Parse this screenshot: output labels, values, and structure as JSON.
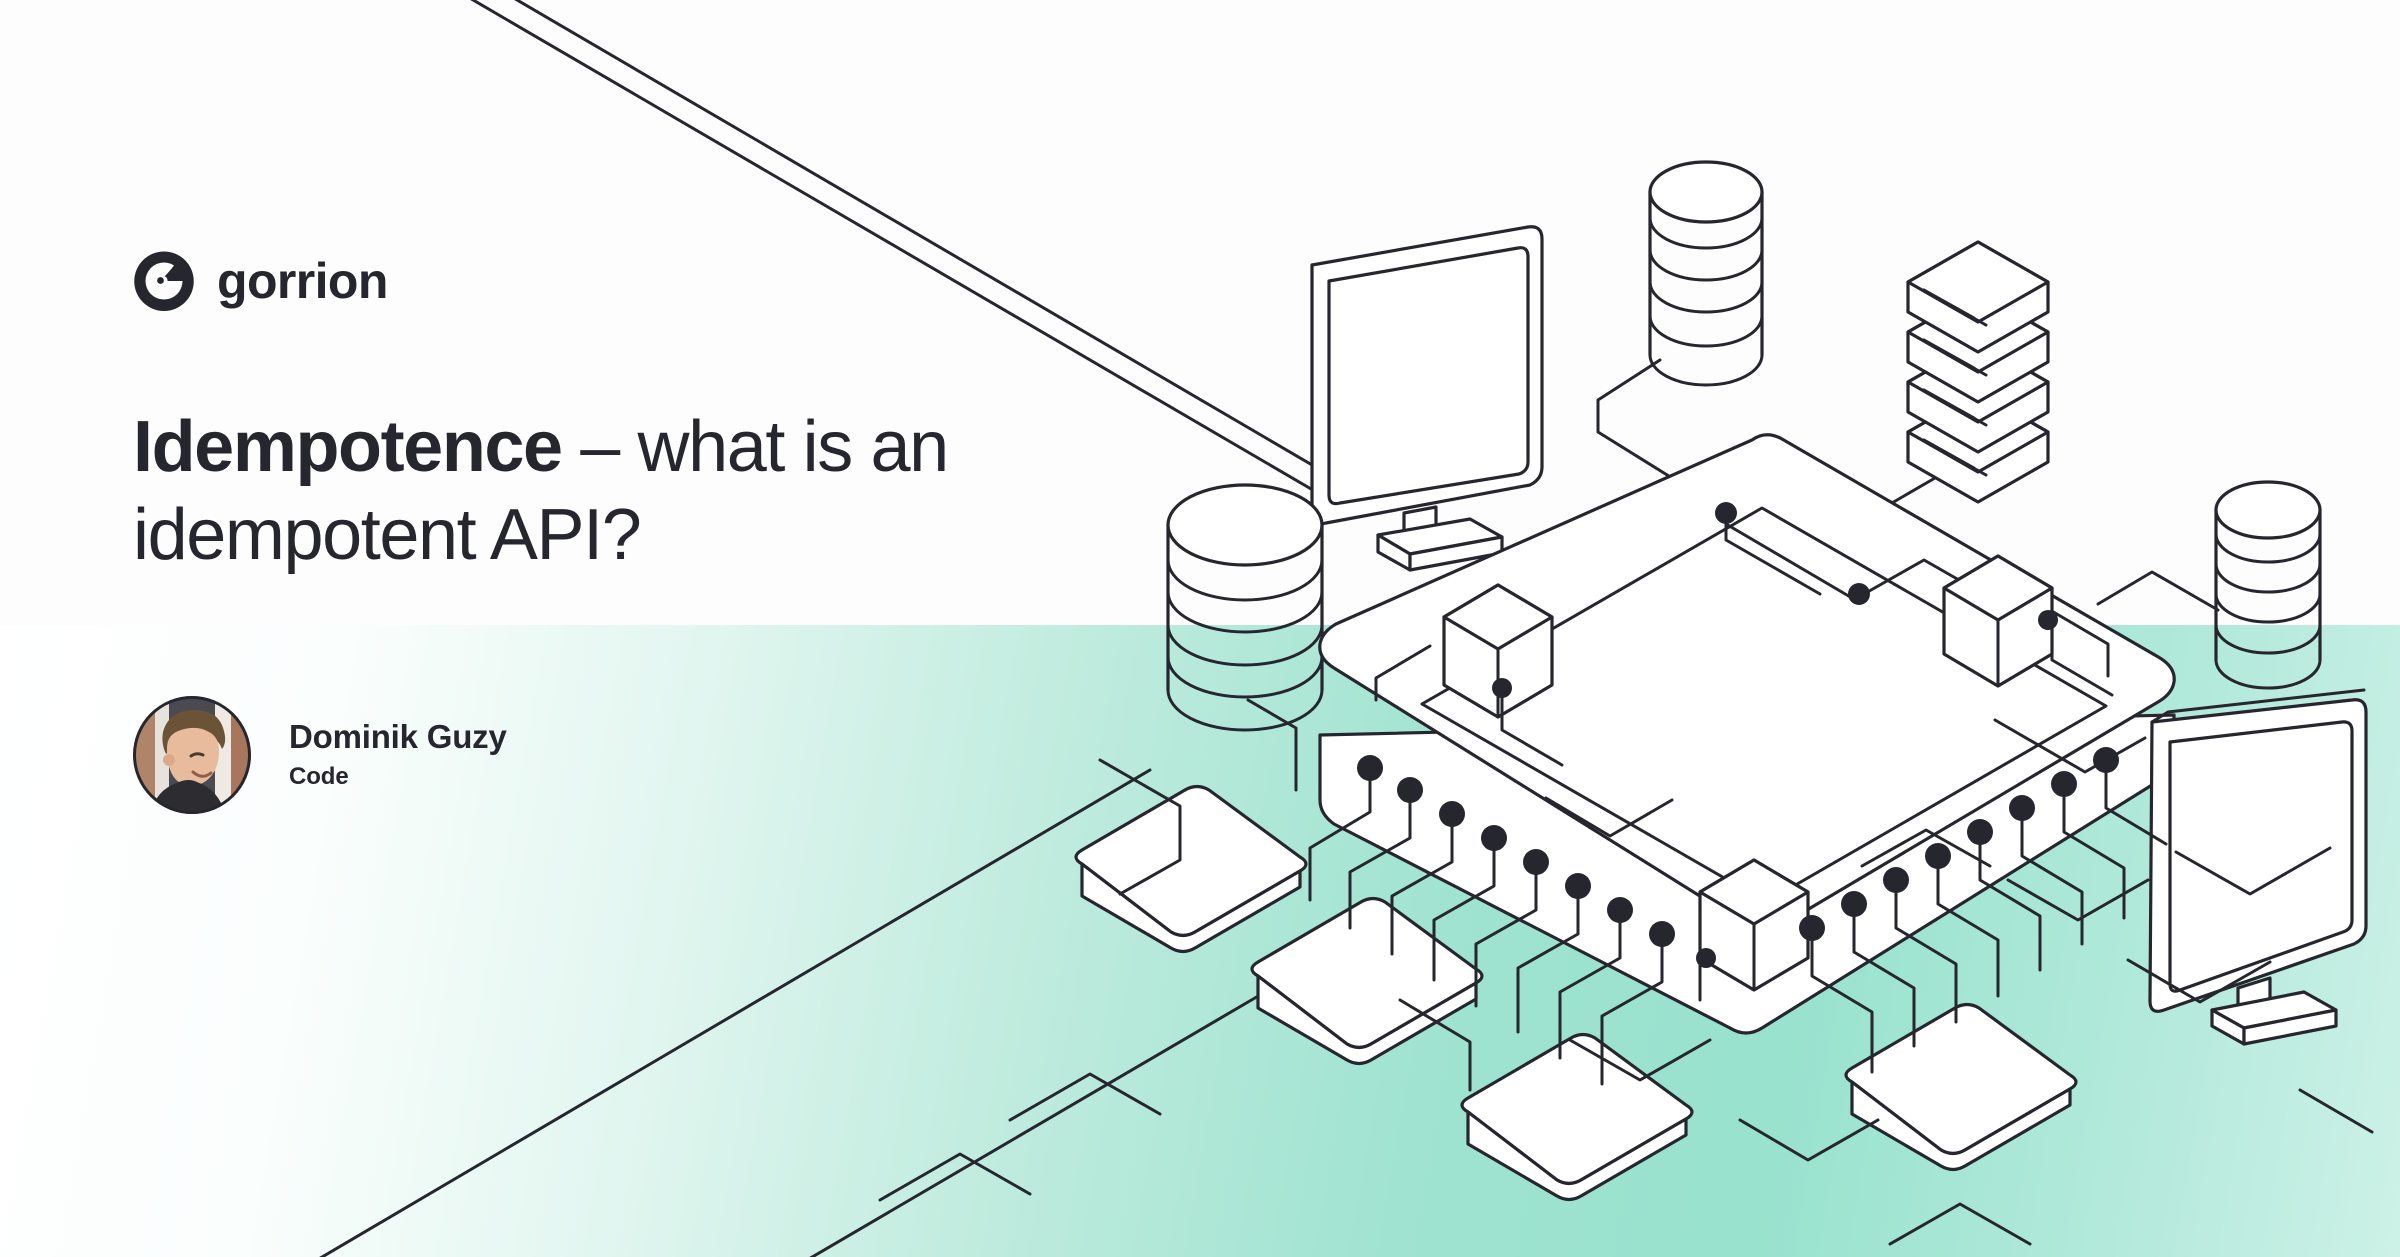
{
  "brand": {
    "name": "gorrion",
    "logo_icon": "gorrion-bird-logo-icon",
    "dark_color": "#26262e",
    "accent_color": "#9fe3d0"
  },
  "headline": {
    "bold_part": "Idempotence",
    "rest_part": " – what is an idempotent API?",
    "full_text": "Idempotence – what is an idempotent API?"
  },
  "author": {
    "name": "Dominik Guzy",
    "category": "Code",
    "avatar_icon": "author-avatar-photo"
  },
  "illustration": {
    "name": "isometric-circuit-board-illustration",
    "background_band_color": "#9fe3d0",
    "line_color": "#26262e",
    "elements": [
      "monitor-top-left",
      "monitor-bottom-right",
      "database-cylinder-left",
      "database-cylinder-center",
      "database-cylinder-right",
      "server-rack-stack",
      "main-processor-chip",
      "small-chip-1",
      "small-chip-2",
      "small-chip-3",
      "small-chip-4",
      "circuit-traces",
      "connector-pins"
    ]
  }
}
